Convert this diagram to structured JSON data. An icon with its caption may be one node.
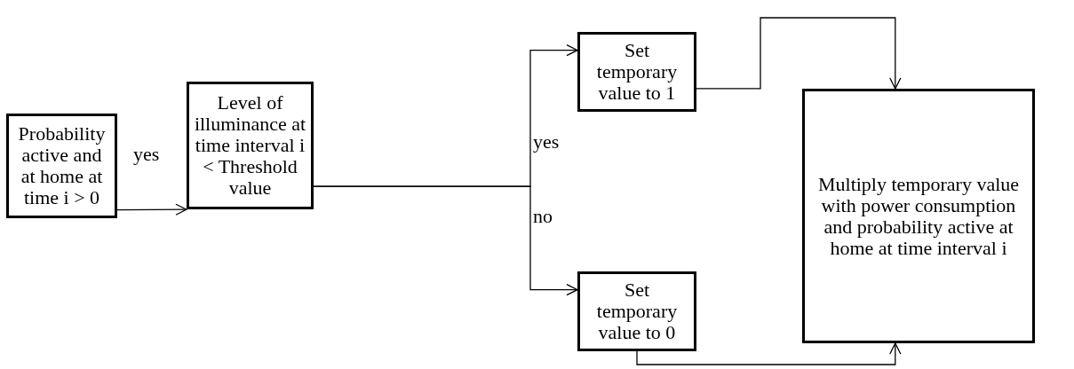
{
  "diagram": {
    "nodes": [
      {
        "text": [
          "Probability active and at home at time i > 0"
        ]
      },
      {
        "text": [
          "Level of illuminance at time interval i < Threshold value"
        ]
      },
      {
        "text": [
          "Set temporary value to 1"
        ]
      },
      {
        "text": [
          "Set temporary value to 0"
        ]
      },
      {
        "text": [
          "Multiply temporary value with power consumption and probability active at home at time interval i"
        ]
      }
    ],
    "edges": [
      {
        "from": 0,
        "to": 1,
        "arrow": "to",
        "label": "yes"
      },
      {
        "from": 1,
        "to": 2,
        "arrow": "to",
        "label": "yes"
      },
      {
        "from": 1,
        "to": 3,
        "arrow": "to",
        "label": "no"
      },
      {
        "from": 2,
        "to": 4,
        "arrow": "to"
      },
      {
        "from": 3,
        "to": 4,
        "arrow": "to"
      }
    ]
  }
}
